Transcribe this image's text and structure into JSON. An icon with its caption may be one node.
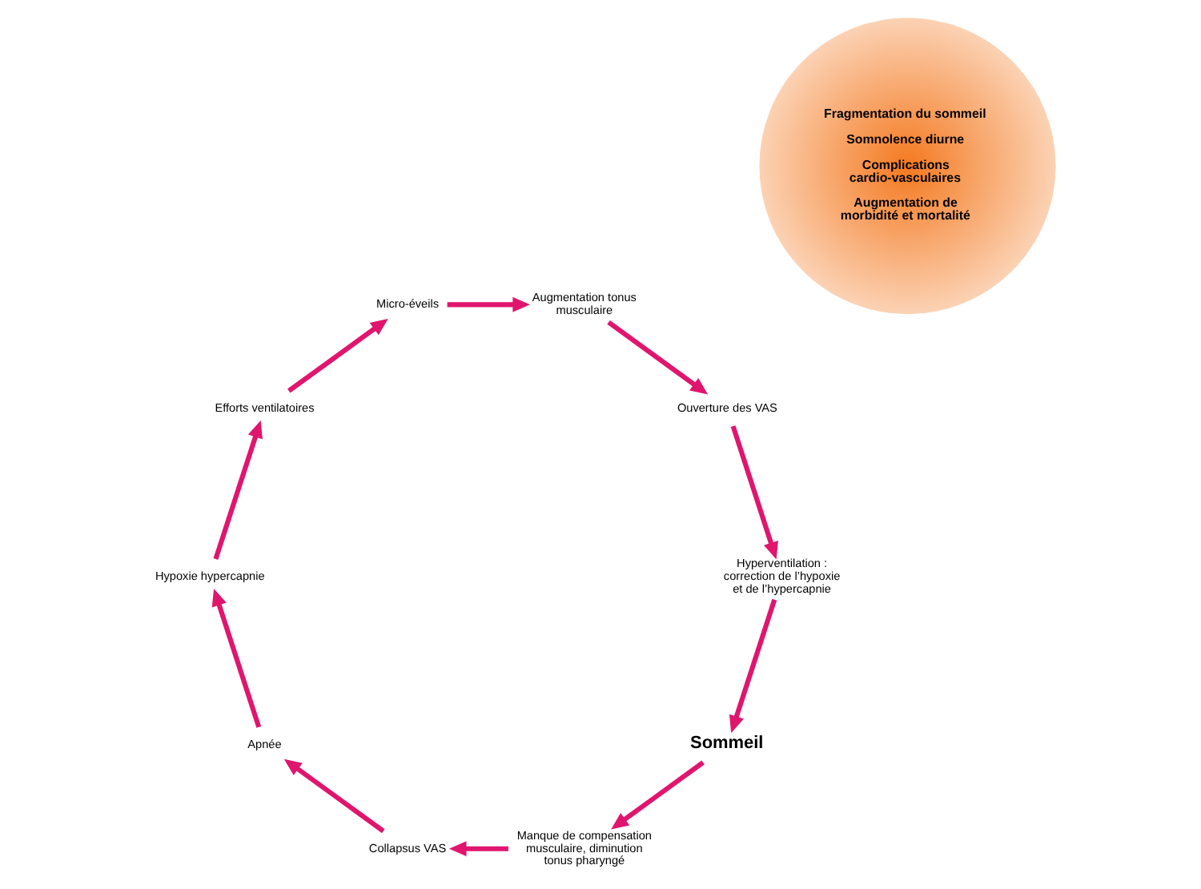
{
  "diagram": {
    "nodes": [
      {
        "text": [
          "Sommeil"
        ]
      },
      {
        "text": [
          "Manque de compensation musculaire, diminution tonus pharyngé"
        ]
      },
      {
        "text": [
          "Collapsus VAS"
        ]
      },
      {
        "text": [
          "Apnée"
        ]
      },
      {
        "text": [
          "Hypoxie hypercapnie"
        ]
      },
      {
        "text": [
          "Efforts ventilatoires"
        ]
      },
      {
        "text": [
          "Micro-éveils"
        ]
      },
      {
        "text": [
          "Augmentation tonus musculaire"
        ]
      },
      {
        "text": [
          "Ouverture des VAS"
        ]
      },
      {
        "text": [
          "Hyperventilation : correction de l’hypoxie et de l’hypercapnie"
        ]
      },
      {
        "text": [
          "Fragmentation du sommeil",
          "Somnolence diurne",
          "Complications cardio-vasculaires",
          "Augmentation de morbidité et mortalité"
        ]
      }
    ],
    "edges": [
      {
        "from": 0,
        "to": 1,
        "arrow": "to"
      },
      {
        "from": 1,
        "to": 2,
        "arrow": "to"
      },
      {
        "from": 2,
        "to": 3,
        "arrow": "to"
      },
      {
        "from": 3,
        "to": 4,
        "arrow": "to"
      },
      {
        "from": 4,
        "to": 5,
        "arrow": "to"
      },
      {
        "from": 5,
        "to": 6,
        "arrow": "to"
      },
      {
        "from": 6,
        "to": 7,
        "arrow": "to"
      },
      {
        "from": 7,
        "to": 8,
        "arrow": "to"
      },
      {
        "from": 8,
        "to": 9,
        "arrow": "to"
      },
      {
        "from": 9,
        "to": 0,
        "arrow": "to"
      }
    ]
  }
}
